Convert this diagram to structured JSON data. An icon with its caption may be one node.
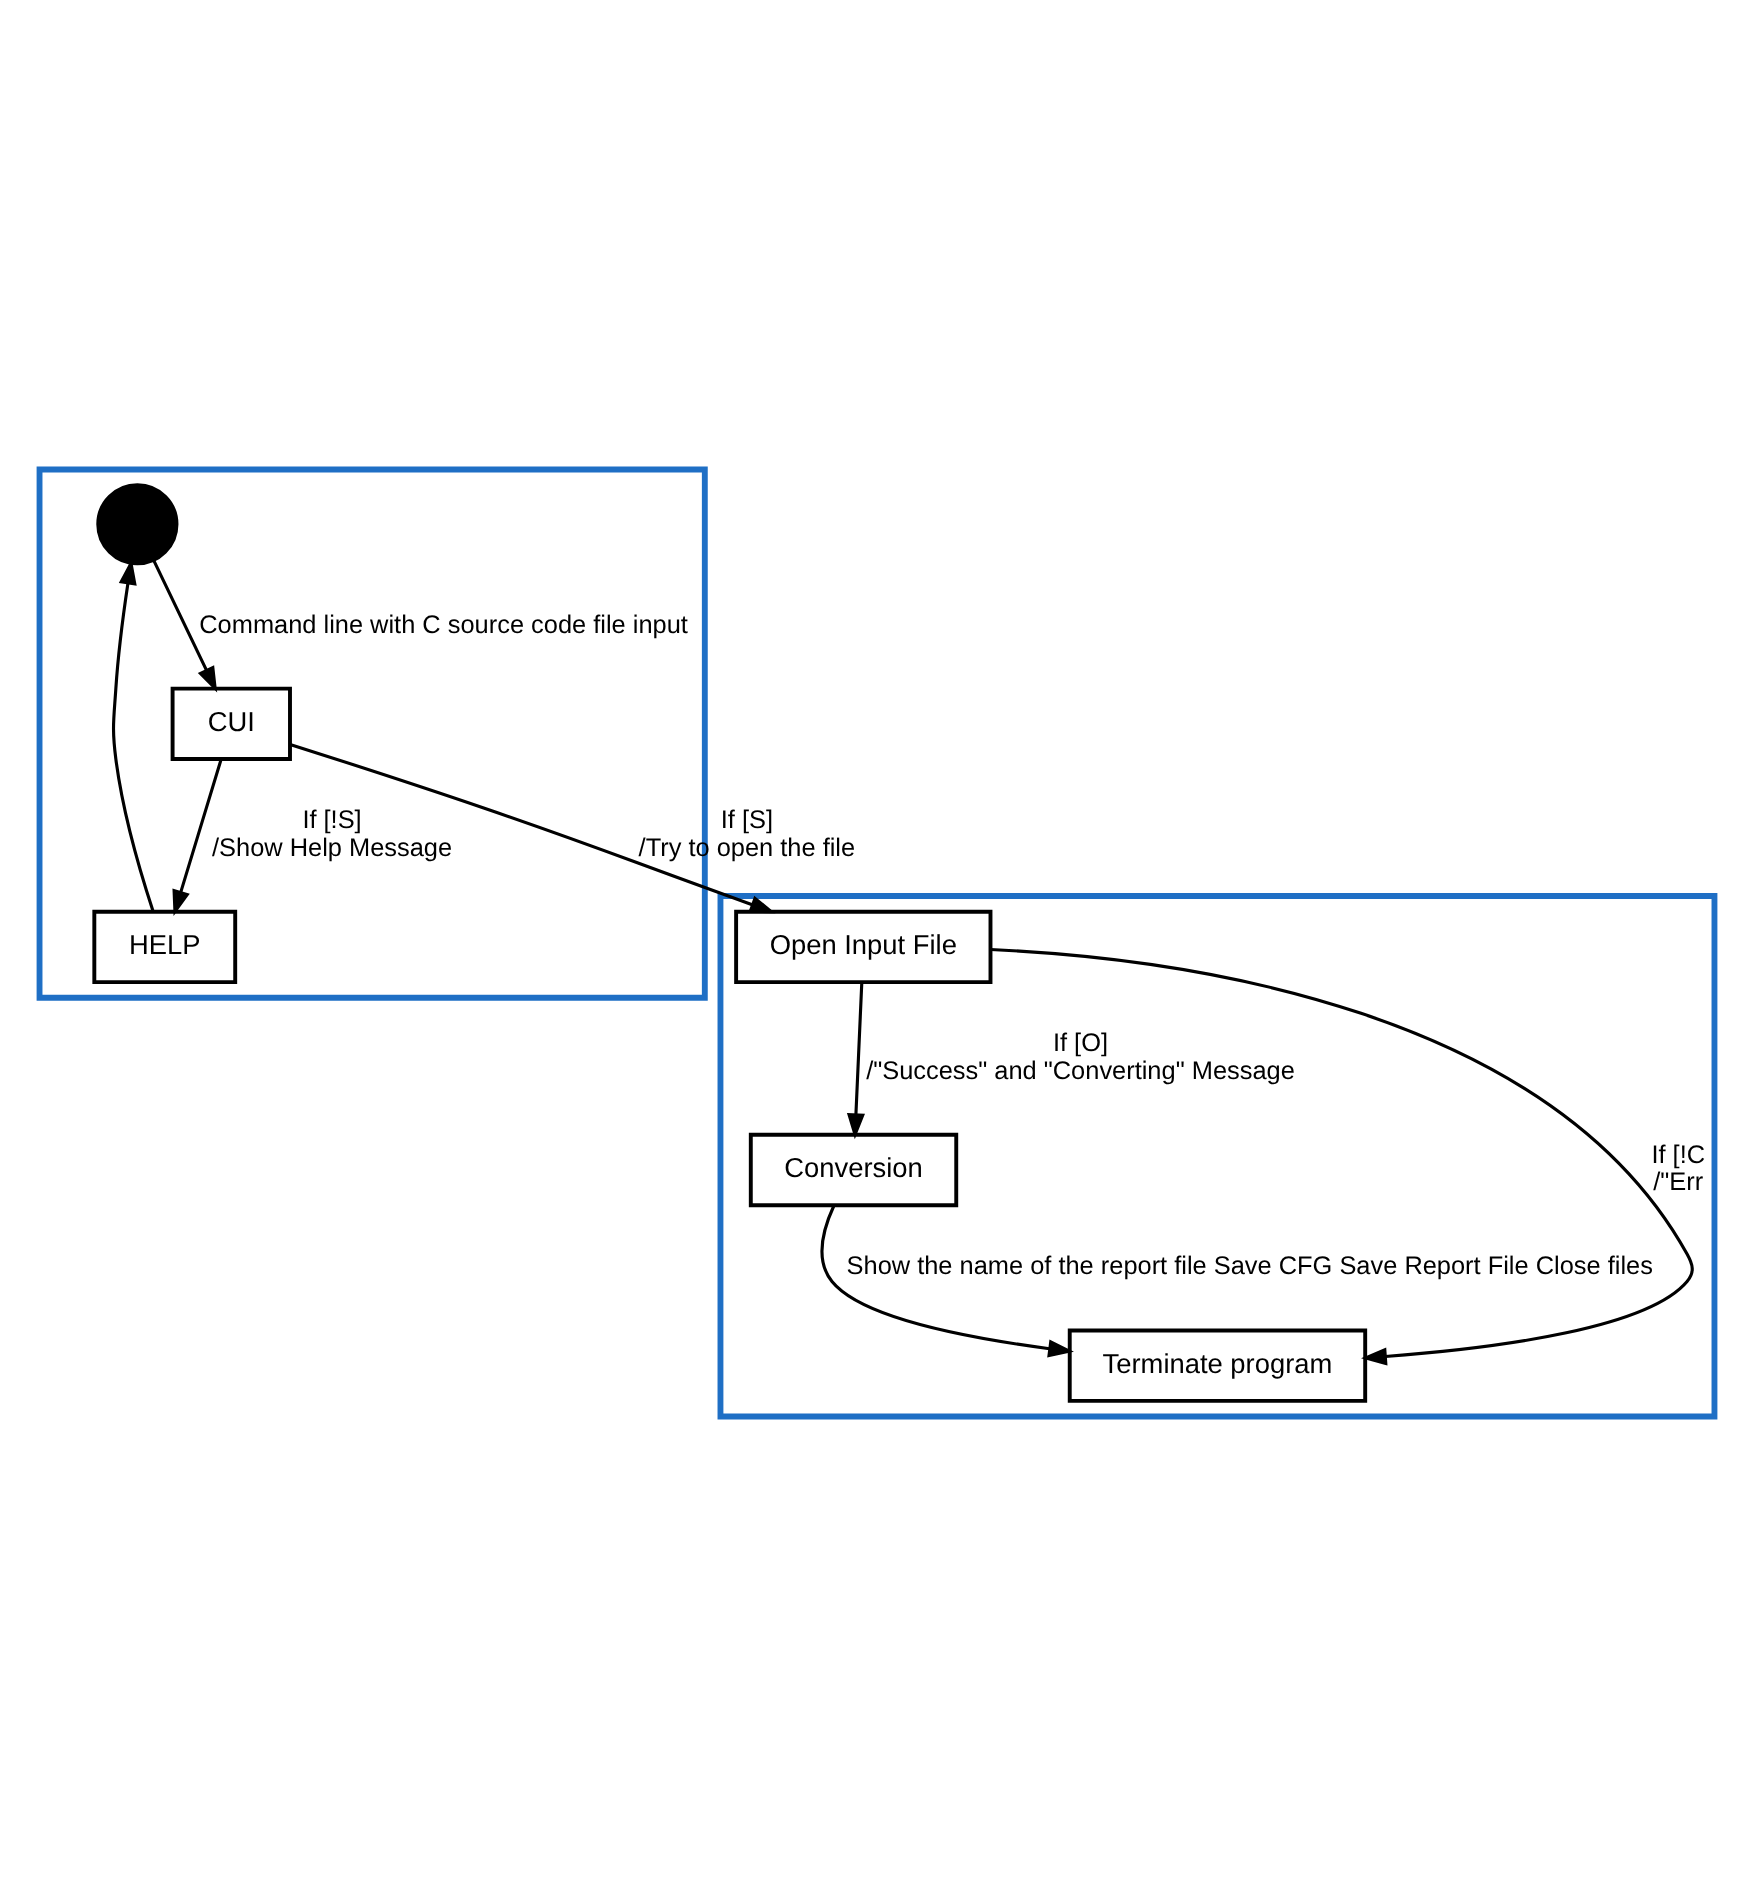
{
  "diagram": {
    "nodes": [
      {
        "text": [],
        "shape": "box"
      },
      {
        "text": [],
        "shape": "circle",
        "in": 0
      },
      {
        "text": [
          "CUI"
        ],
        "in": 0
      },
      {
        "text": [
          "HELP"
        ],
        "in": 0
      },
      {
        "text": [],
        "shape": "box"
      },
      {
        "text": [
          "Open Input File"
        ],
        "in": 4
      },
      {
        "text": [
          "Conversion"
        ],
        "in": 4
      },
      {
        "text": [
          "Terminate program"
        ],
        "in": 4
      }
    ],
    "edges": [
      {
        "from": 1,
        "to": 2,
        "arrow": "to",
        "label": "Command line with C source code file input"
      },
      {
        "from": 2,
        "to": 3,
        "arrow": "to",
        "label": "If [!S] /Show Help Message"
      },
      {
        "from": 3,
        "to": 1,
        "arrow": "to"
      },
      {
        "from": 2,
        "to": 5,
        "arrow": "to",
        "label": "If [S] /Try to open the file"
      },
      {
        "from": 5,
        "to": 6,
        "arrow": "to",
        "label": "If [O] /\"Success\" and \"Converting\" Message"
      },
      {
        "from": 6,
        "to": 7,
        "arrow": "to",
        "label": "Show the name of the report file Save CFG Save Report File Close files"
      },
      {
        "from": 5,
        "to": 7,
        "arrow": "to",
        "label": "If [!C /\"Err"
      }
    ]
  }
}
